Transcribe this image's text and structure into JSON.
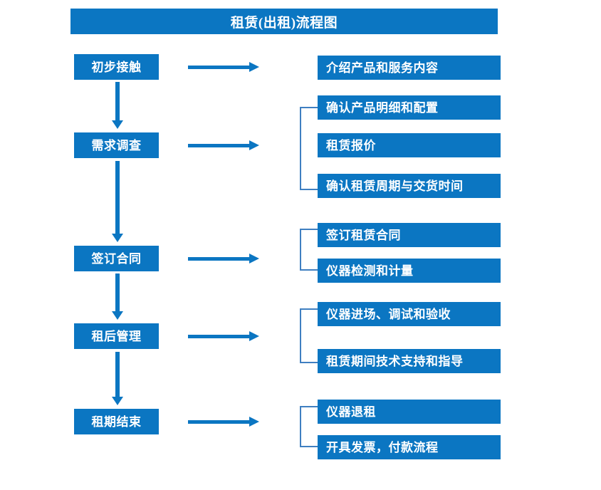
{
  "title": "租赁(出租)流程图",
  "accent_color": "#0b76c2",
  "bracket_color": "#3f7fc1",
  "background_color": "#ffffff",
  "stages": [
    {
      "id": "stage-1",
      "label": "初步接触",
      "arrow": "right-arrow",
      "details": [
        "介绍产品和服务内容"
      ],
      "bracket": false
    },
    {
      "id": "stage-2",
      "label": "需求调查",
      "arrow": "right-arrow",
      "details": [
        "确认产品明细和配置",
        "租赁报价",
        "确认租赁周期与交货时间"
      ],
      "bracket": true
    },
    {
      "id": "stage-3",
      "label": "签订合同",
      "arrow": "right-arrow",
      "details": [
        "签订租赁合同",
        "仪器检测和计量"
      ],
      "bracket": true
    },
    {
      "id": "stage-4",
      "label": "租后管理",
      "arrow": "right-arrow",
      "details": [
        "仪器进场、调试和验收",
        "租赁期间技术支持和指导"
      ],
      "bracket": true
    },
    {
      "id": "stage-5",
      "label": "租期结束",
      "arrow": "right-arrow",
      "details": [
        "仪器退租",
        "开具发票，付款流程"
      ],
      "bracket": true
    }
  ],
  "detail_boxes": [
    "介绍产品和服务内容",
    "确认产品明细和配置",
    "租赁报价",
    "确认租赁周期与交货时间",
    "签订租赁合同",
    "仪器检测和计量",
    "仪器进场、调试和验收",
    "租赁期间技术支持和指导",
    "仪器退租",
    "开具发票，付款流程"
  ],
  "flow_connectors": [
    "初步接触 → 需求调查",
    "需求调查 → 签订合同",
    "签订合同 → 租后管理",
    "租后管理 → 租期结束"
  ]
}
